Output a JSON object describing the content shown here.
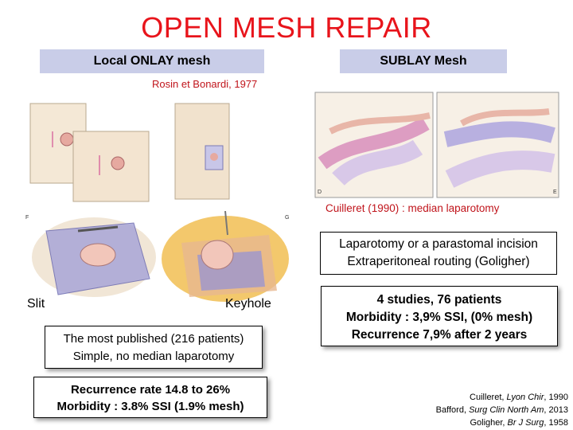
{
  "slide": {
    "title": "OPEN MESH REPAIR",
    "left_header": "Local ONLAY mesh",
    "right_header": "SUBLAY Mesh",
    "left_ref": "Rosin et Bonardi, 1977",
    "right_ref": "Cuilleret (1990) : median laparotomy",
    "sublay_desc_line1": "Laparotomy or a parastomal incision",
    "sublay_desc_line2": "Extraperitoneal routing (Goligher)",
    "label_slit": "Slit",
    "label_keyhole": "Keyhole",
    "onlay_box_line1": "The most published (216 patients)",
    "onlay_box_line2": "Simple, no median laparotomy",
    "onlay_result_line1": "Recurrence rate 14.8 to 26%",
    "onlay_result_line2": "Morbidity : 3.8% SSI (1.9% mesh)",
    "sublay_stats_line1": "4 studies, 76 patients",
    "sublay_stats_line2": "Morbidity : 3,9% SSI, (0% mesh)",
    "sublay_stats_line3": "Recurrence 7,9% after 2 years",
    "citations": [
      {
        "author": "Cuilleret, ",
        "journal": "Lyon Chir",
        "year": ", 1990"
      },
      {
        "author": "Bafford, ",
        "journal": "Surg Clin North Am",
        "year": ", 2013"
      },
      {
        "author": "Goligher, ",
        "journal": "Br J Surg",
        "year": ", 1958"
      }
    ],
    "figure_letters": [
      "F",
      "G",
      "D",
      "E"
    ]
  }
}
